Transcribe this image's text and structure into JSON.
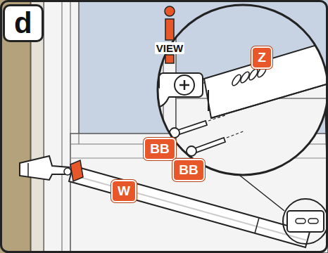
{
  "diagram": {
    "labels": [
      "d",
      "VIEW",
      "Z",
      "BB",
      "BB",
      "W"
    ]
  }
}
